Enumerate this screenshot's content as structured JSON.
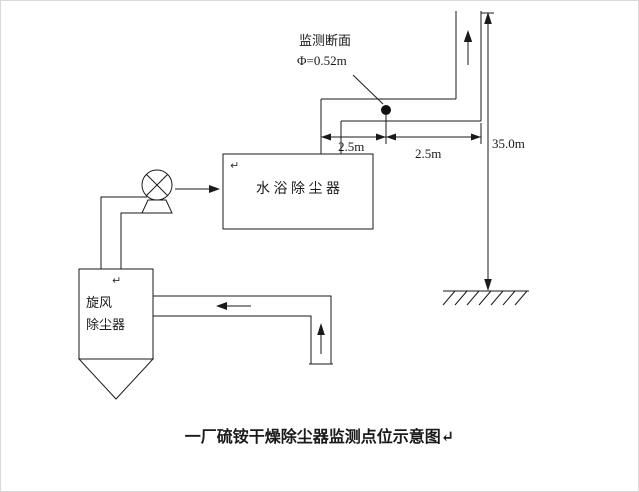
{
  "diagram": {
    "title_caption": "一厂硫铵干燥除尘器监测点位示意图↵",
    "annotations": {
      "monitor_section": "监测断面",
      "diameter": "Φ=0.52m",
      "dim_left": "2.5m",
      "dim_right": "2.5m",
      "stack_height": "35.0m"
    },
    "equipment": {
      "water_bath_scrubber": "水 浴 除 尘 器",
      "cyclone_line1": "旋风",
      "cyclone_line2": "除尘器"
    },
    "marks": {
      "return_mark": "↵"
    },
    "colors": {
      "line": "#1a1a1a",
      "text": "#1a1a1a",
      "background": "#ffffff",
      "border": "#d9d9d9",
      "monitoring_point": "#111111"
    }
  }
}
